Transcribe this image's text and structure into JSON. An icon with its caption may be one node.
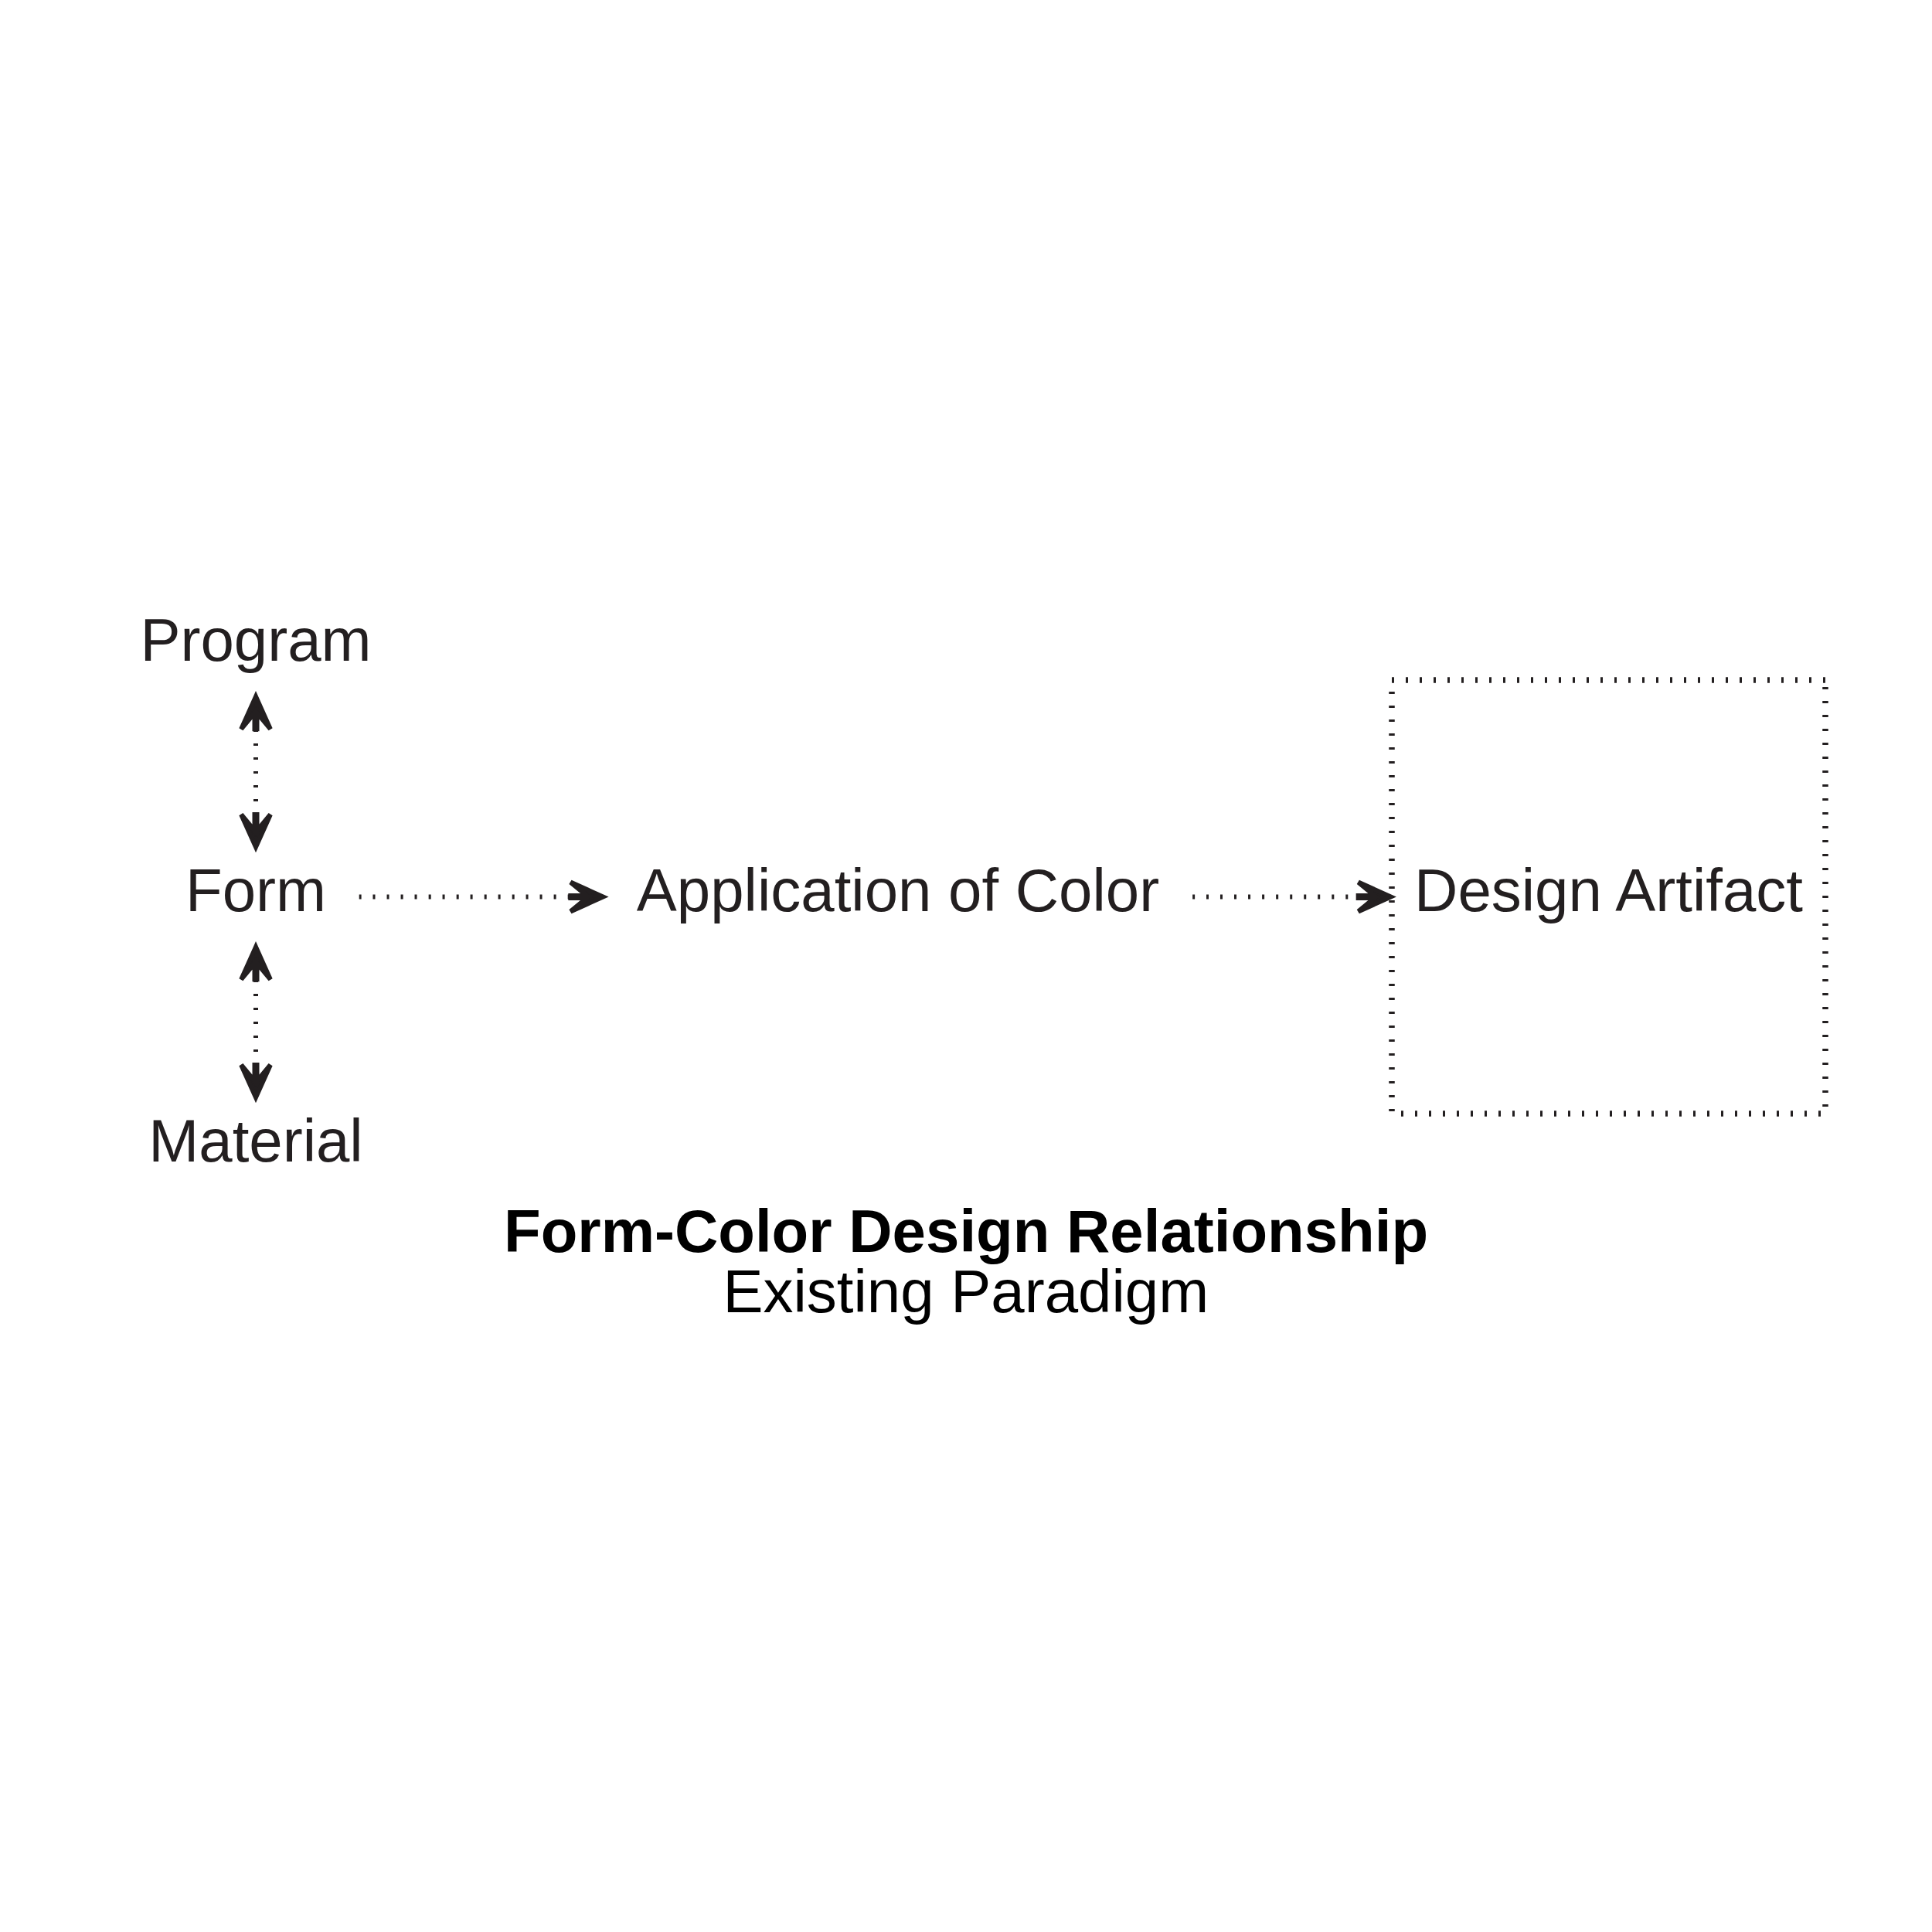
{
  "diagram": {
    "title": "Form-Color Design Relationship",
    "caption": "Existing Paradigm",
    "nodes": [
      {
        "text": [
          "Program"
        ]
      },
      {
        "text": [
          "Form"
        ]
      },
      {
        "text": [
          "Application of Color"
        ]
      },
      {
        "text": [
          "Design Artifact"
        ]
      },
      {
        "text": [
          "Material"
        ]
      }
    ],
    "edges": [
      {
        "from": 0,
        "to": 1,
        "arrow": "both",
        "style": "dashed"
      },
      {
        "from": 1,
        "to": 2,
        "arrow": "to",
        "style": "dashed"
      },
      {
        "from": 2,
        "to": 3,
        "arrow": "to",
        "style": "dashed"
      },
      {
        "from": 1,
        "to": 4,
        "arrow": "both",
        "style": "dashed"
      }
    ]
  }
}
